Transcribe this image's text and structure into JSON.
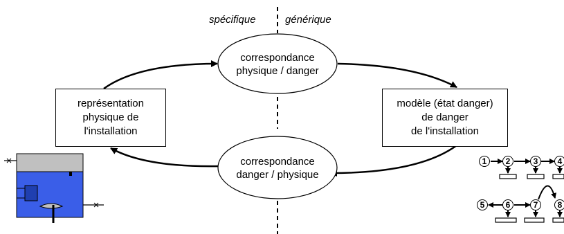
{
  "sides": {
    "left": "spécifique",
    "right": "générique"
  },
  "ellipse_top": {
    "line1": "correspondance",
    "line2": "physique / danger"
  },
  "ellipse_bottom": {
    "line1": "correspondance",
    "line2": "danger / physique"
  },
  "box_left": {
    "line1": "représentation",
    "line2": "physique de",
    "line3": "l'installation"
  },
  "box_right": {
    "line1": "modèle (état danger)",
    "line2": "de danger",
    "line3": "de l'installation"
  },
  "states": [
    "1",
    "2",
    "3",
    "4",
    "5",
    "6",
    "7",
    "8"
  ],
  "colors": {
    "tank_gas": "#c0c0c0",
    "tank_liquid": "#3a5ee8",
    "tank_heater": "#1f3fb0",
    "line": "#000000"
  }
}
